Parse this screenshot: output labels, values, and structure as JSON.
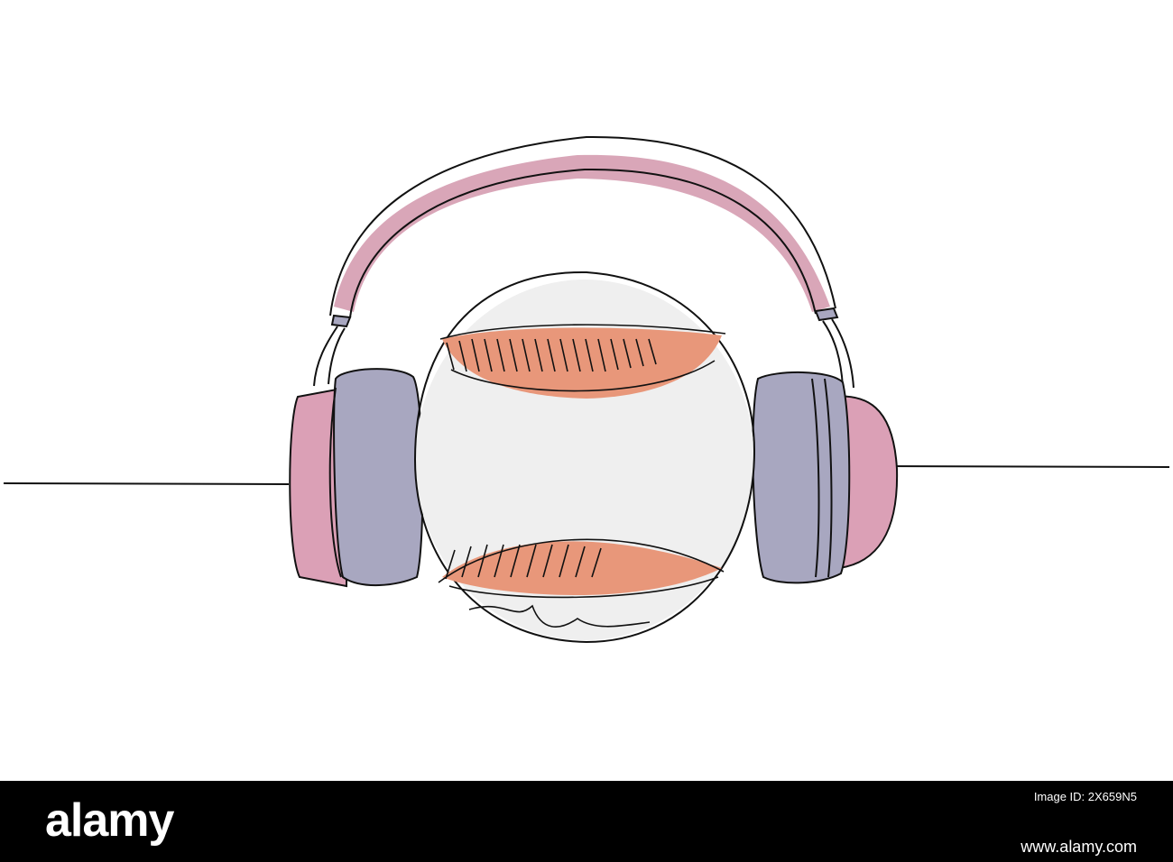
{
  "image": {
    "subject": "",
    "colors": {
      "headband": "#d9a6b8",
      "ear_cushion": "#a8a7c0",
      "ear_cup": "#dba0b6",
      "ball": "#efefef",
      "stitching": "#e8977a",
      "line": "#111111"
    }
  },
  "footer": {
    "logo": "alamy",
    "image_id_caption": "Image ID: 2X659N5",
    "url": "www.alamy.com",
    "background": "#000000"
  },
  "icons": [
    "headphones-icon",
    "baseball-icon"
  ]
}
